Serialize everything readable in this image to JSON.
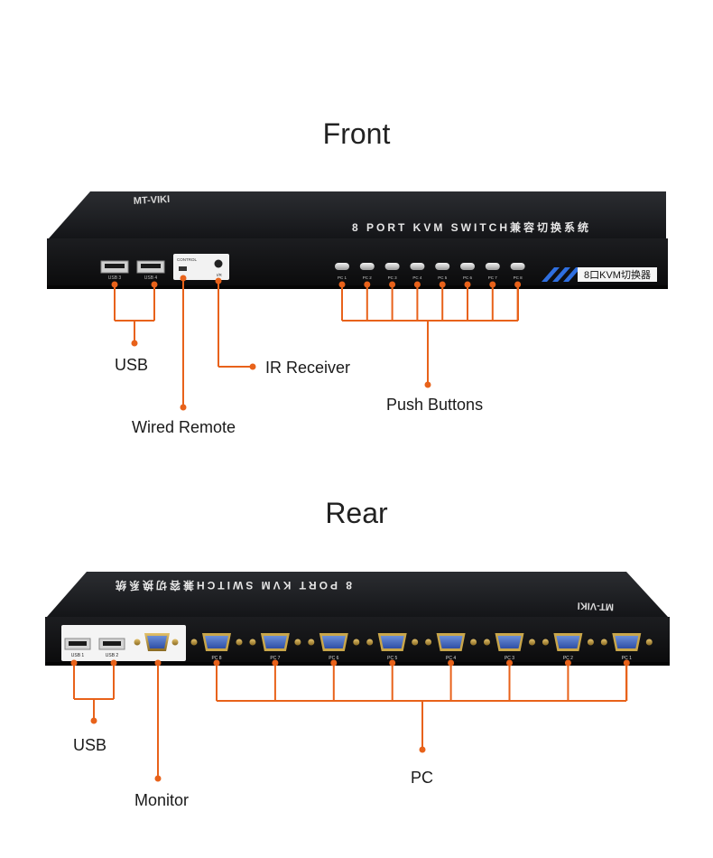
{
  "front": {
    "title": "Front",
    "brand": "MT-VIKI",
    "product_label": "8 PORT KVM SWITCH兼容切换系统",
    "badge": "8口KVM切换器",
    "usb_ports": [
      "USB 3",
      "USB 4"
    ],
    "control_label": "CONTROL",
    "ir_label": "I/R",
    "buttons": [
      "PC 1",
      "PC 2",
      "PC 3",
      "PC 4",
      "PC 5",
      "PC 6",
      "PC 7",
      "PC 8"
    ],
    "callouts": {
      "usb": "USB",
      "ir_receiver": "IR Receiver",
      "wired_remote": "Wired Remote",
      "push_buttons": "Push Buttons"
    },
    "accent_color": "#e8621a"
  },
  "rear": {
    "title": "Rear",
    "brand": "MT-VIKI",
    "product_label": "8 PORT KVM SWITCH兼容切换系统",
    "usb_ports": [
      "USB 1",
      "USB 2"
    ],
    "pc_ports": [
      "PC 8",
      "PC 7",
      "PC 6",
      "PC 5",
      "PC 4",
      "PC 3",
      "PC 2",
      "PC 1"
    ],
    "callouts": {
      "usb": "USB",
      "monitor": "Monitor",
      "pc": "PC"
    }
  }
}
